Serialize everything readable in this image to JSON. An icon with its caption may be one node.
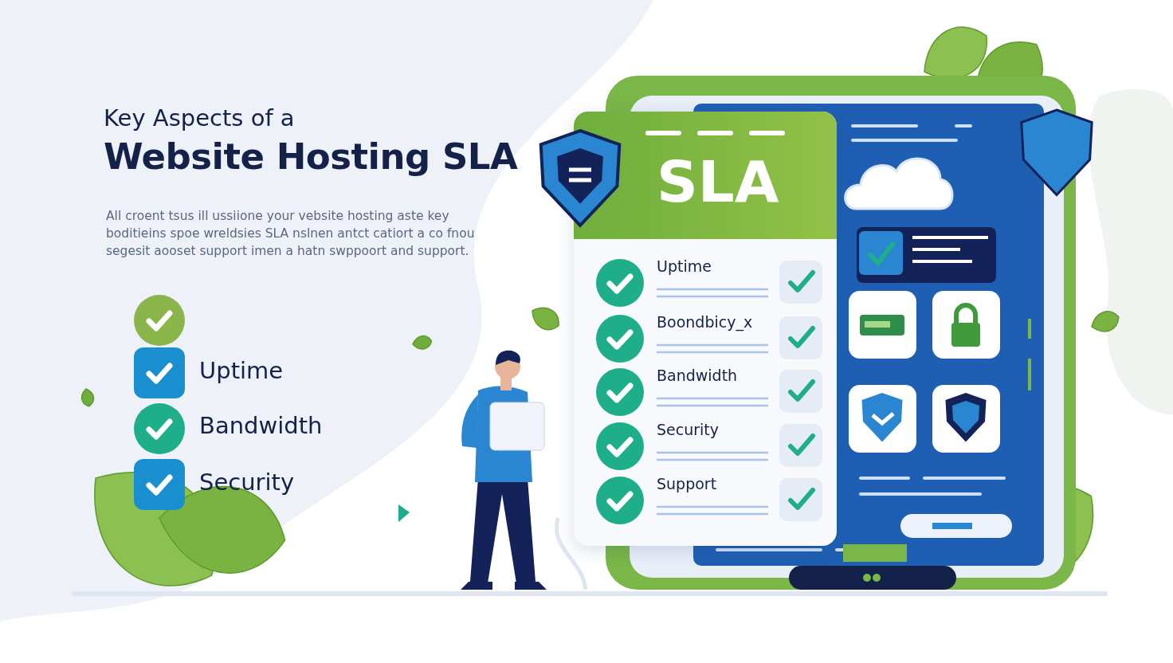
{
  "diagram": {
    "title": "Key Aspects of a **Website Hosting SLA**",
    "nodes": [
      {
        "text": [
          "SLA"
        ]
      },
      {
        "text": [
          "Uptime"
        ],
        "in": 0
      },
      {
        "text": [
          "Boondbicy_x"
        ],
        "in": 0
      },
      {
        "text": [
          "Bandwidth"
        ],
        "in": 0
      },
      {
        "text": [
          "Security"
        ],
        "in": 0
      },
      {
        "text": [
          "Support"
        ],
        "in": 0
      }
    ],
    "labels": [
      "All croent tsus ill ussiione your vebsite hosting aste key boditieins spoe wreldsies SLA nslnen antct catiort a co fnou segesit aooset support imen a hatn swppoort and support.",
      "Uptime",
      "Bandwidth",
      "Security"
    ]
  }
}
